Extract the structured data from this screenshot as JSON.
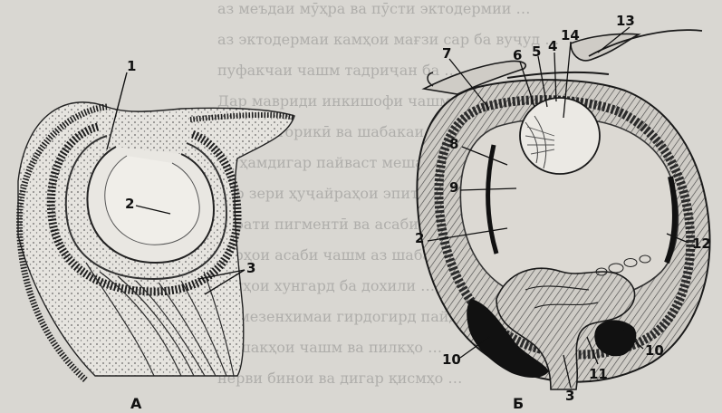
{
  "figure": {
    "panels": [
      {
        "id": "a",
        "label": "А"
      },
      {
        "id": "b",
        "label": "Б"
      }
    ],
    "labels": {
      "a1": "1",
      "a2": "2",
      "a3": "3",
      "b2": "2",
      "b3": "3",
      "b4": "4",
      "b5": "5",
      "b6": "6",
      "b7": "7",
      "b8": "8",
      "b9": "9",
      "b10a": "10",
      "b10b": "10",
      "b11": "11",
      "b12": "12",
      "b13": "13",
      "b14": "14"
    }
  },
  "background_text": [
    "аз меъдаи мӯҳра ва пӯсти эктодермии …",
    "аз эктодермаи камҳои мағзи сар ба вуҷуд …",
    "пуфакчаи чашм тадриҷан ба …",
    "Дар мавриди инкишофи чашм тамоман …",
    "пардаи торикӣ ва шабакаи чашм …",
    "бо ҳамдигар пайваст мешаванд …",
    "дар зери ҳуҷайраҳои эпителия …",
    "қабати пигментӣ ва асаби бинои …",
    "торҳои асаби чашм аз шабакия …",
    "рагҳои хунгард ба дохили …",
    "аз мезенхимаи гирдогирд пайдо …",
    "мушакҳои чашм ва пилкҳо …",
    "нерви бинои ва дигар қисмҳо …"
  ]
}
